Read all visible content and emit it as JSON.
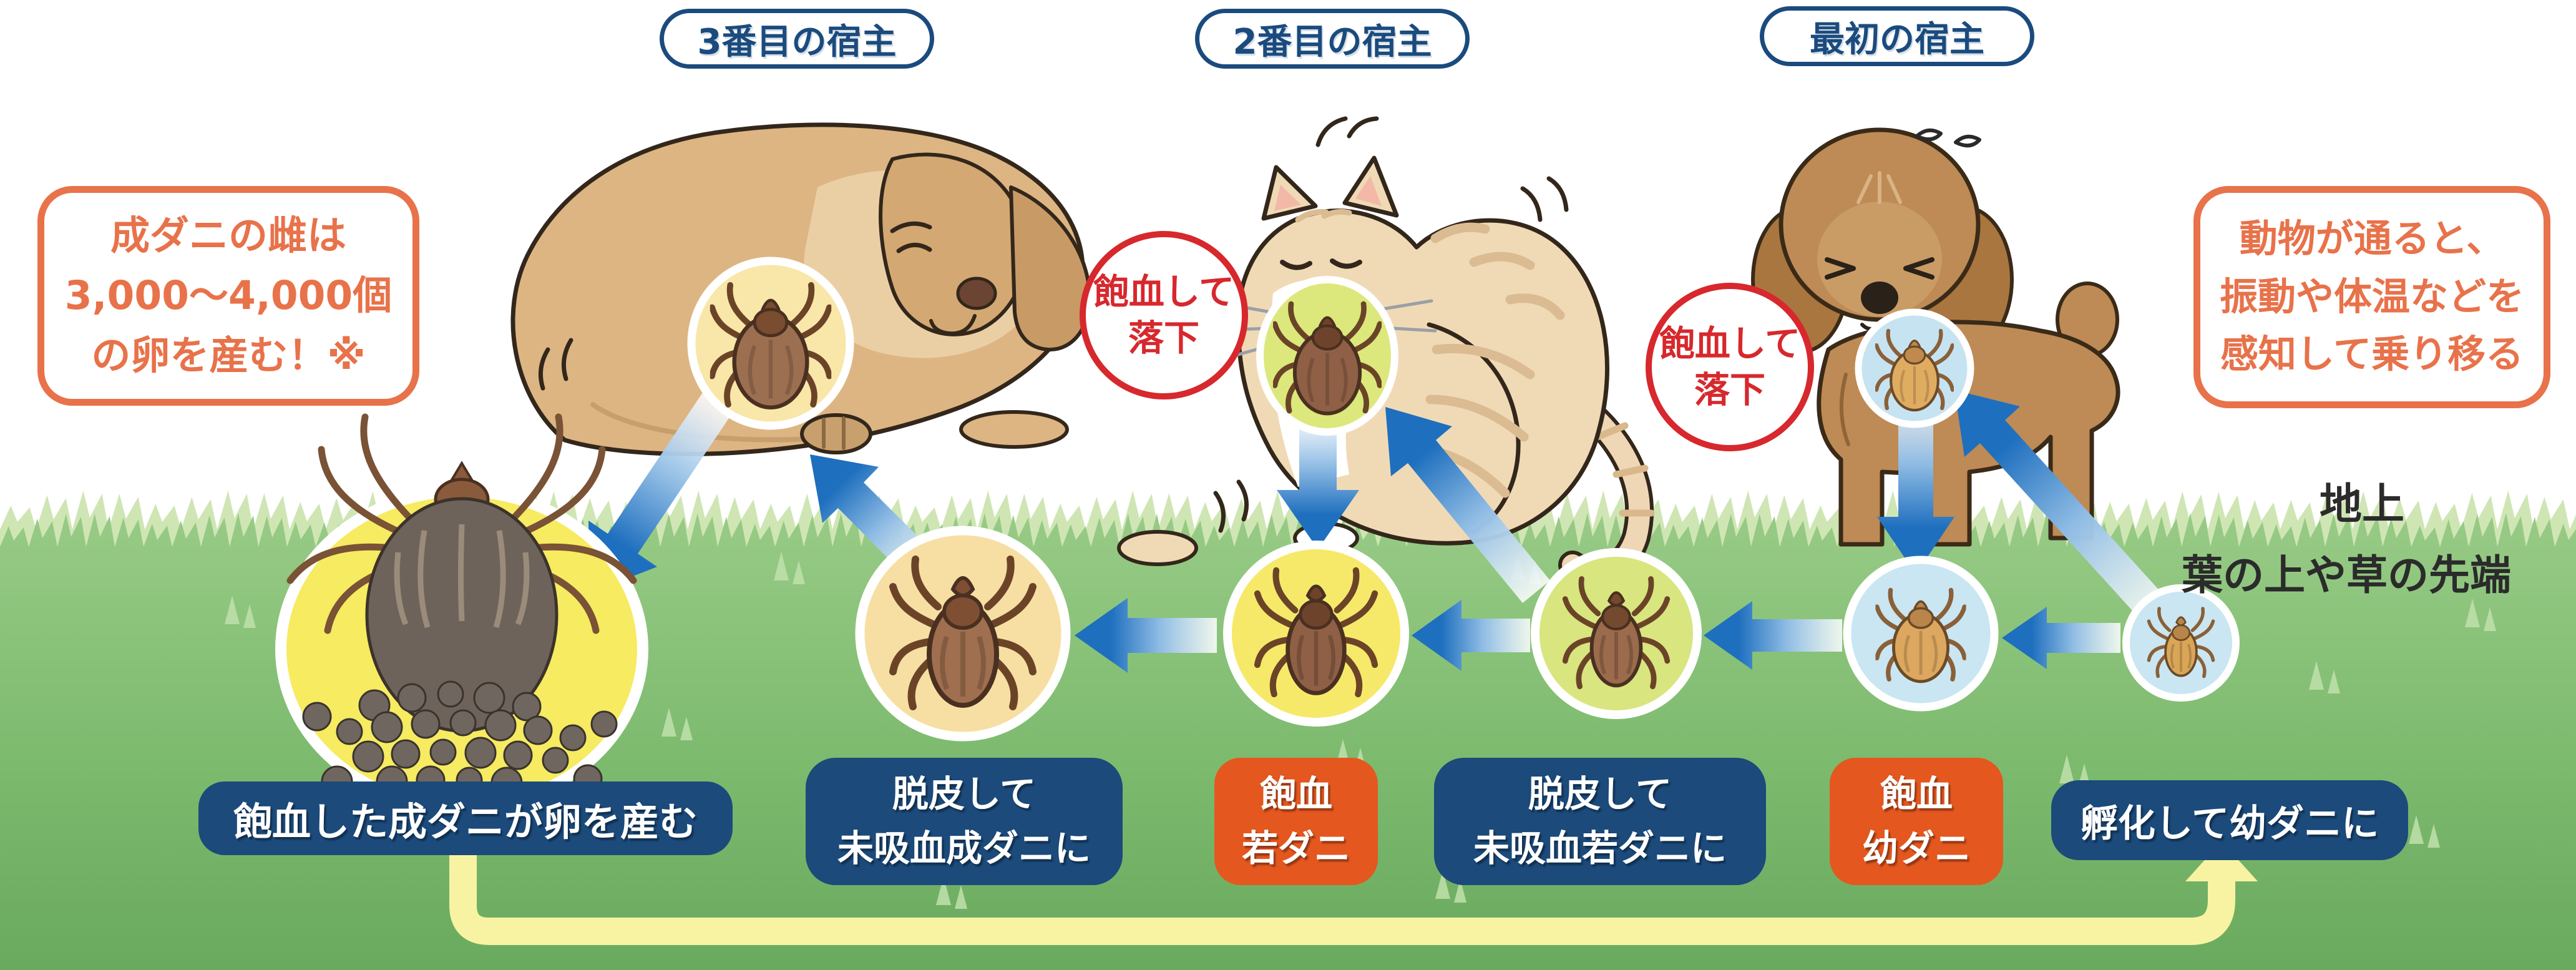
{
  "hosts": [
    {
      "label": "3番目の宿主"
    },
    {
      "label": "2番目の宿主"
    },
    {
      "label": "最初の宿主"
    }
  ],
  "callouts": {
    "egg_note": {
      "lines": [
        "成ダニの雌は",
        "3,000〜4,000個",
        "の卵を産む！※"
      ]
    },
    "transfer_note": {
      "lines": [
        "動物が通ると、",
        "振動や体温などを",
        "感知して乗り移る"
      ]
    }
  },
  "drop_badges": [
    {
      "lines": [
        "飽血して",
        "落下"
      ]
    },
    {
      "lines": [
        "飽血して",
        "落下"
      ]
    }
  ],
  "ground": {
    "surface_label": "地上",
    "location_label": "葉の上や草の先端"
  },
  "stages": [
    {
      "style": "navy",
      "lines": [
        "飽血した成ダニが卵を産む"
      ]
    },
    {
      "style": "navy",
      "lines": [
        "脱皮して",
        "未吸血成ダニに"
      ]
    },
    {
      "style": "orange",
      "lines": [
        "飽血",
        "若ダニ"
      ]
    },
    {
      "style": "navy",
      "lines": [
        "脱皮して",
        "未吸血若ダニに"
      ]
    },
    {
      "style": "orange",
      "lines": [
        "飽血",
        "幼ダニ"
      ]
    },
    {
      "style": "navy",
      "lines": [
        "孵化して幼ダニに"
      ]
    }
  ],
  "colors": {
    "navy_box": "#1b4a7b",
    "orange_box": "#e4571f",
    "callout_orange": "#e8724a",
    "badge_red": "#d7282d",
    "arrow_blue": "#1e6fbe",
    "loop_yellow": "#f7f3a2",
    "grass_green": "#7cba6e",
    "circle_yellow": "#f6eb61",
    "circle_cream": "#f7dfa3",
    "circle_yellow_green": "#d9e57f",
    "circle_light_blue": "#c9e6f2"
  }
}
